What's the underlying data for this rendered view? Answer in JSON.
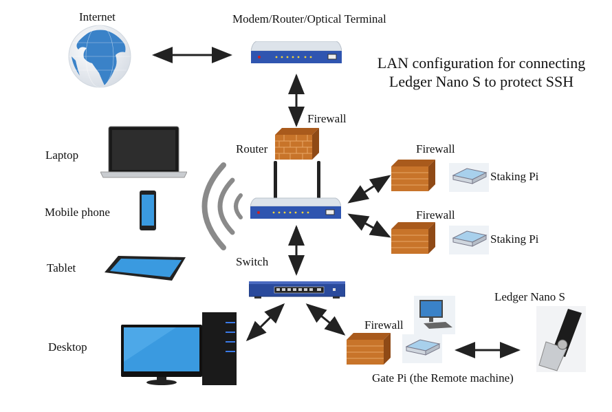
{
  "title": {
    "line1": "LAN configuration for connecting",
    "line2": "Ledger Nano S to protect SSH"
  },
  "nodes": {
    "internet": "Internet",
    "modem": "Modem/Router/Optical Terminal",
    "router_firewall": "Firewall",
    "router": "Router",
    "laptop": "Laptop",
    "mobile": "Mobile phone",
    "tablet": "Tablet",
    "switch": "Switch",
    "desktop": "Desktop",
    "staking_firewall_1": "Firewall",
    "staking_pi_1": "Staking Pi",
    "staking_firewall_2": "Firewall",
    "staking_pi_2": "Staking Pi",
    "gate_firewall": "Firewall",
    "gate_pi": "Gate Pi (the Remote machine)",
    "ledger": "Ledger Nano S"
  },
  "connections": [
    {
      "from": "internet",
      "to": "modem",
      "type": "bidirectional"
    },
    {
      "from": "modem",
      "to": "router",
      "type": "bidirectional"
    },
    {
      "from": "router",
      "to": "staking_pi_1",
      "type": "bidirectional"
    },
    {
      "from": "router",
      "to": "staking_pi_2",
      "type": "bidirectional"
    },
    {
      "from": "router",
      "to": "switch",
      "type": "bidirectional"
    },
    {
      "from": "router",
      "to": "wireless_devices",
      "type": "wifi"
    },
    {
      "from": "switch",
      "to": "desktop",
      "type": "bidirectional"
    },
    {
      "from": "switch",
      "to": "gate_pi",
      "type": "bidirectional"
    },
    {
      "from": "gate_pi",
      "to": "ledger",
      "type": "bidirectional"
    }
  ],
  "colors": {
    "globe_blue": "#3a82c8",
    "router_blue": "#2f55b0",
    "switch_blue": "#2a4a9c",
    "firewall_brick": "#c8742a",
    "screen_blue": "#3a9ae0",
    "arrow": "#222222"
  }
}
